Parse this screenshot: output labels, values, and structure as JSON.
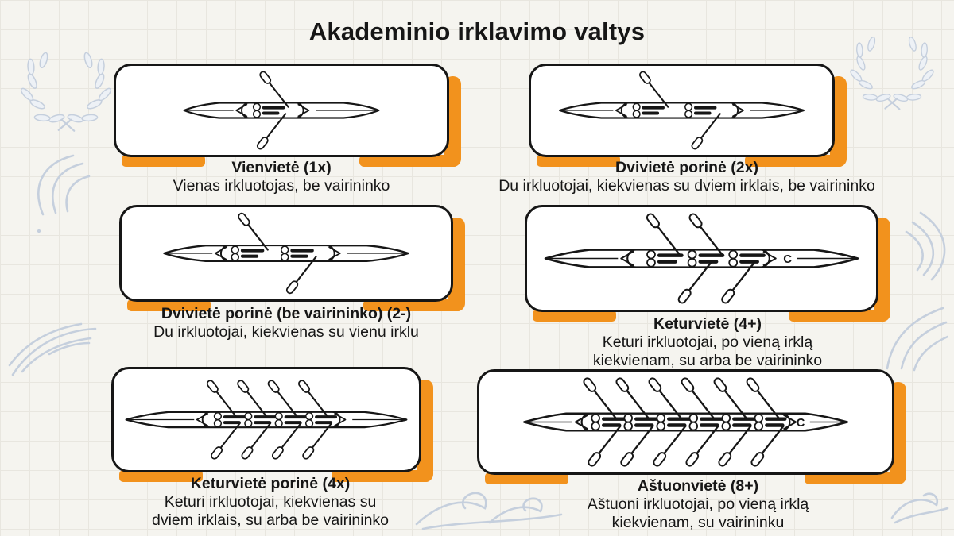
{
  "page": {
    "title": "Akademinio irklavimo valtys"
  },
  "colors": {
    "accent_orange": "#F2921D",
    "ink": "#161616",
    "paper": "#F5F4EF",
    "grid_line": "#E8E6DF",
    "doodle_blue": "#C5CFDD",
    "card_fill": "#FFFFFF"
  },
  "cards": [
    {
      "id": "single-scull",
      "title": "Vienvietė (1x)",
      "description": "Vienas irkluotojas, be vairininko",
      "boat": {
        "kind": "single-scull",
        "rower_figures": 1,
        "oar_figures": 2,
        "cox_label": null
      }
    },
    {
      "id": "double-scull",
      "title": "Dvivietė porinė (2x)",
      "description": "Du irkluotojai, kiekvienas su dviem irklais, be vairininko",
      "boat": {
        "kind": "double-scull",
        "rower_figures": 2,
        "oar_figures": 2,
        "cox_label": null
      }
    },
    {
      "id": "coxless-pair",
      "title": "Dvivietė porinė (be vairininko) (2-)",
      "description": "Du irkluotojai, kiekvienas su vienu irklu",
      "boat": {
        "kind": "coxless-pair",
        "rower_figures": 2,
        "oar_figures": 2,
        "cox_label": null
      }
    },
    {
      "id": "coxed-four",
      "title": "Keturvietė (4+)",
      "description": "Keturi irkluotojai, po vieną irklą\nkiekvienam, su arba be vairininko",
      "boat": {
        "kind": "coxed-four",
        "rower_figures": 3,
        "oar_figures": 4,
        "cox_label": "C"
      }
    },
    {
      "id": "quad-scull",
      "title": "Keturvietė porinė (4x)",
      "description": "Keturi irkluotojai, kiekvienas su\ndviem irklais, su arba be vairininko",
      "boat": {
        "kind": "quad-scull",
        "rower_figures": 4,
        "oar_figures": 8,
        "cox_label": null
      }
    },
    {
      "id": "coxed-eight",
      "title": "Aštuonvietė (8+)",
      "description": "Aštuoni irkluotojai, po vieną irklą\nkiekvienam, su vairininku",
      "boat": {
        "kind": "coxed-eight",
        "rower_figures": 6,
        "oar_figures": 12,
        "cox_label": "C"
      }
    }
  ]
}
